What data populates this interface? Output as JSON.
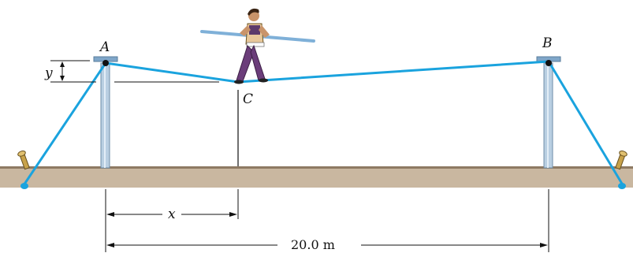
{
  "points": {
    "a": "A",
    "b": "B",
    "c": "C"
  },
  "dims": {
    "y": "y",
    "x": "x",
    "span": "20.0 m"
  },
  "colors": {
    "rope": "#1aa3de",
    "ground": "#c9b7a0",
    "ground_edge": "#8e7a63",
    "pole": "#b9cfe2",
    "pole_edge": "#6e8ea8",
    "pole_cap": "#7fa6c9",
    "pin": "#111111",
    "dimension_line": "#111111",
    "stake": "#c8a24a"
  },
  "figure": {
    "pole_icon": "pole-icon",
    "walker_icon": "tightrope-walker-icon",
    "stake_icon": "stake-icon"
  }
}
